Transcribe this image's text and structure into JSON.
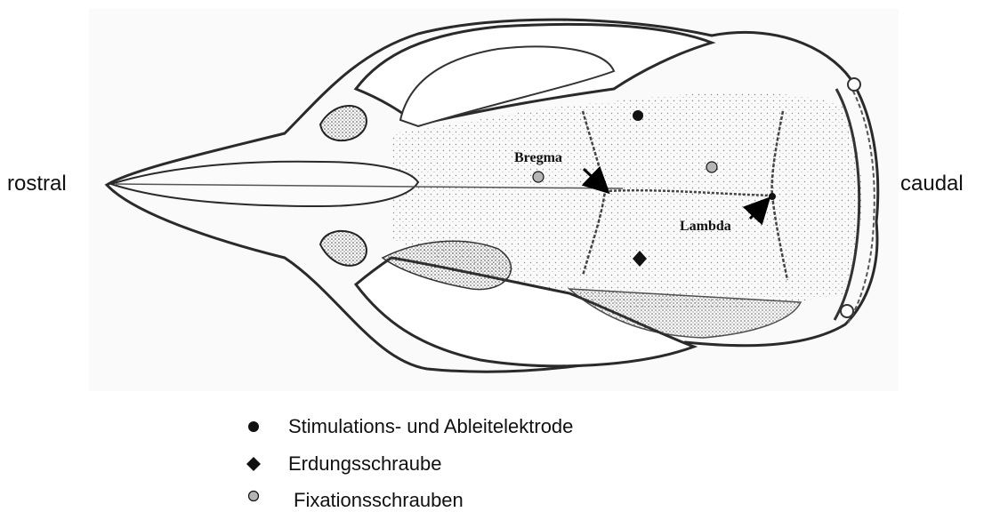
{
  "orientation": {
    "left": "rostral",
    "right": "caudal"
  },
  "landmarks": {
    "bregma": "Bregma",
    "lambda": "Lambda"
  },
  "legend": [
    {
      "symbol": "filled-circle",
      "label": "Stimulations- und Ableitelektrode"
    },
    {
      "symbol": "filled-diamond",
      "label": "Erdungsschraube"
    },
    {
      "symbol": "gray-circle",
      "label": "Fixationsschrauben"
    }
  ],
  "colors": {
    "electrode": "#111111",
    "ground_screw": "#111111",
    "fixation_screw": "#b5b5b5",
    "bone_outline": "#2a2a2a",
    "stipple": "#8a8a8a"
  }
}
